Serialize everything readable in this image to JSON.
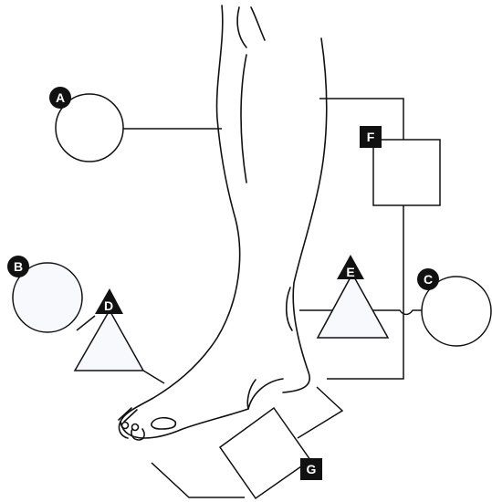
{
  "labels": {
    "a": "A",
    "b": "B",
    "c": "C",
    "d": "D",
    "e": "E",
    "f": "F",
    "g": "G"
  },
  "colors": {
    "stroke": "#111111",
    "shape_fill": "#f7f9fd",
    "badge_fill": "#111111",
    "badge_text": "#ffffff",
    "background": "#ffffff"
  },
  "icons": {
    "circle_marker": "circle-shape",
    "triangle_marker": "triangle-shape",
    "square_marker": "square-shape"
  }
}
